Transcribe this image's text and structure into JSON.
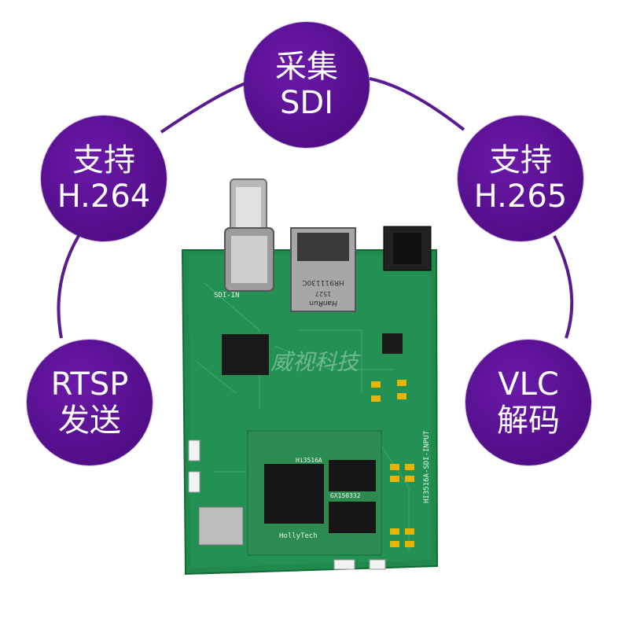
{
  "badges": {
    "top": {
      "line1": "采集",
      "line2": "SDI"
    },
    "left_upper": {
      "line1": "支持",
      "line2": "H.264"
    },
    "right_upper": {
      "line1": "支持",
      "line2": "H.265"
    },
    "left_lower": {
      "line1": "RTSP",
      "line2": "发送"
    },
    "right_lower": {
      "line1": "VLC",
      "line2": "解码"
    }
  },
  "board_labels": {
    "sdi_in": "SDI-IN",
    "jack_brand": "HanRun",
    "jack_model": "HR911130C",
    "jack_code": "1527",
    "chip_left": "Hi3516A",
    "chip_right": "GX150332",
    "edge_label": "HI3516A-SDI-INPUT",
    "maker": "HollyTech",
    "watermark": "威视科技"
  },
  "colors": {
    "badge": "#57108f",
    "arc": "#5a1a90",
    "pcb": "#1f8a4c"
  }
}
